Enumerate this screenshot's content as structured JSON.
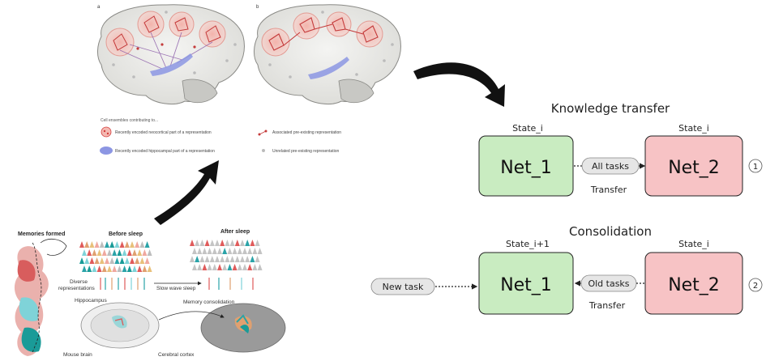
{
  "panels": {
    "panel_a_label": "a",
    "panel_b_label": "b"
  },
  "legend": {
    "title": "Cell ensembles contributing to...",
    "items": [
      {
        "label": "Recently encoded neocortical part of a representation"
      },
      {
        "label": "Recently encoded hippocampal part of a representation"
      },
      {
        "label": "Associated pre-existing representation"
      },
      {
        "label": "Unrelated pre-existing representation"
      }
    ]
  },
  "sleep_figure": {
    "memories_formed": "Memories formed",
    "before_sleep": "Before sleep",
    "after_sleep": "After sleep",
    "diverse_representations_line1": "Diverse",
    "diverse_representations_line2": "representations",
    "slow_wave_sleep": "Slow wave sleep",
    "hippocampus": "Hippocampus",
    "memory_consolidation": "Memory consolidation",
    "mouse_brain": "Mouse brain",
    "cerebral_cortex": "Cerebral cortex"
  },
  "knowledge_transfer": {
    "title": "Knowledge transfer",
    "left_state": "State_i",
    "right_state": "State_i",
    "left_net": "Net_1",
    "right_net": "Net_2",
    "pill": "All tasks",
    "transfer_label": "Transfer",
    "step_number": "1"
  },
  "consolidation": {
    "title": "Consolidation",
    "left_state": "State_i+1",
    "right_state": "State_i",
    "input_pill": "New task",
    "left_net": "Net_1",
    "right_net": "Net_2",
    "pill": "Old tasks",
    "transfer_label": "Transfer",
    "step_number": "2"
  },
  "colors": {
    "net1_fill": "#c9ecc1",
    "net2_fill": "#f7c3c5",
    "pill_fill": "#e6e6e6",
    "neocortical_red": "#d23a3a",
    "hippocampal_blue": "#6e7bd8"
  }
}
